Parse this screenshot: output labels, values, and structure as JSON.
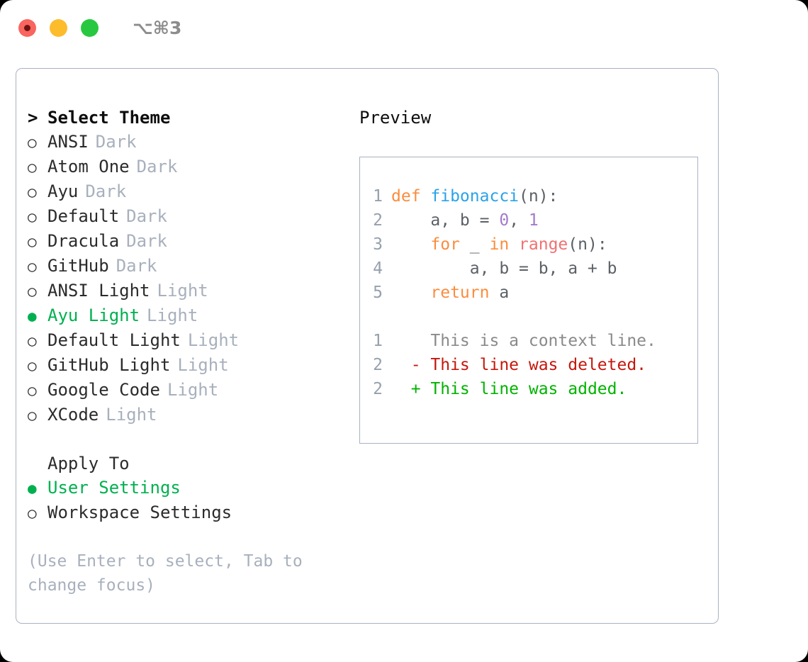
{
  "titlebar": {
    "shortcut": "⌥⌘3",
    "lights": [
      {
        "name": "close",
        "color": "#f9655f"
      },
      {
        "name": "minimize",
        "color": "#fdbc2c"
      },
      {
        "name": "maximize",
        "color": "#27c83f"
      }
    ]
  },
  "theme_picker": {
    "header_marker": ">",
    "header_label": "Select Theme",
    "unselected_marker": "○",
    "selected_marker": "●",
    "selected_color": "#00b04f",
    "items": [
      {
        "name": "ANSI",
        "variant": "Dark",
        "selected": false
      },
      {
        "name": "Atom One",
        "variant": "Dark",
        "selected": false
      },
      {
        "name": "Ayu",
        "variant": "Dark",
        "selected": false
      },
      {
        "name": "Default",
        "variant": "Dark",
        "selected": false
      },
      {
        "name": "Dracula",
        "variant": "Dark",
        "selected": false
      },
      {
        "name": "GitHub",
        "variant": "Dark",
        "selected": false
      },
      {
        "name": "ANSI Light",
        "variant": "Light",
        "selected": false
      },
      {
        "name": "Ayu Light",
        "variant": "Light",
        "selected": true
      },
      {
        "name": "Default Light",
        "variant": "Light",
        "selected": false
      },
      {
        "name": "GitHub Light",
        "variant": "Light",
        "selected": false
      },
      {
        "name": "Google Code",
        "variant": "Light",
        "selected": false
      },
      {
        "name": "XCode",
        "variant": "Light",
        "selected": false
      }
    ]
  },
  "apply_to": {
    "header_label": "Apply To",
    "items": [
      {
        "name": "User Settings",
        "selected": true
      },
      {
        "name": "Workspace Settings",
        "selected": false
      }
    ]
  },
  "hint": "(Use Enter to select, Tab to change focus)",
  "preview": {
    "title": "Preview",
    "code_lines": [
      {
        "number": "1",
        "tokens": [
          {
            "text": "def ",
            "kind": "kw"
          },
          {
            "text": "fibonacci",
            "kind": "fn"
          },
          {
            "text": "(n):",
            "kind": "plain"
          }
        ]
      },
      {
        "number": "2",
        "tokens": [
          {
            "text": "    a, b = ",
            "kind": "plain"
          },
          {
            "text": "0",
            "kind": "num"
          },
          {
            "text": ", ",
            "kind": "plain"
          },
          {
            "text": "1",
            "kind": "num"
          }
        ]
      },
      {
        "number": "3",
        "tokens": [
          {
            "text": "    ",
            "kind": "plain"
          },
          {
            "text": "for",
            "kind": "kw"
          },
          {
            "text": " _ ",
            "kind": "plain"
          },
          {
            "text": "in",
            "kind": "kw"
          },
          {
            "text": " ",
            "kind": "plain"
          },
          {
            "text": "range",
            "kind": "call"
          },
          {
            "text": "(n):",
            "kind": "plain"
          }
        ]
      },
      {
        "number": "4",
        "tokens": [
          {
            "text": "        a, b = b, a + b",
            "kind": "plain"
          }
        ]
      },
      {
        "number": "5",
        "tokens": [
          {
            "text": "    ",
            "kind": "plain"
          },
          {
            "text": "return",
            "kind": "kw"
          },
          {
            "text": " a",
            "kind": "plain"
          }
        ]
      }
    ],
    "diff_lines": [
      {
        "number": "1",
        "sign": " ",
        "text": "This is a context line.",
        "kind": "ctx"
      },
      {
        "number": "2",
        "sign": "-",
        "text": "This line was deleted.",
        "kind": "del"
      },
      {
        "number": "2",
        "sign": "+",
        "text": "This line was added.",
        "kind": "add"
      }
    ]
  }
}
